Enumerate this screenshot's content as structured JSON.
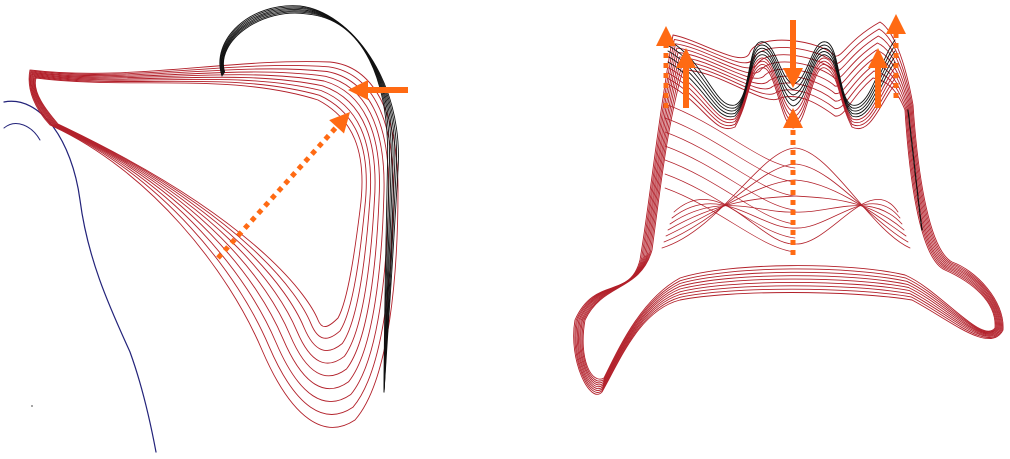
{
  "figure": {
    "background": "#ffffff",
    "colors": {
      "contour_red": "#b2202a",
      "contour_black": "#111111",
      "outline_blue": "#23237a",
      "arrow_orange": "#ff6a13"
    },
    "panels": [
      {
        "name": "left-panel",
        "contour_count": 9,
        "arrows": [
          {
            "name": "inward-solid-arrow",
            "style": "solid",
            "direction": "left"
          },
          {
            "name": "diagonal-dotted-arrow",
            "style": "dotted",
            "direction": "up-right"
          }
        ]
      },
      {
        "name": "right-panel",
        "contour_count": 9,
        "arrows": [
          {
            "name": "left-outer-dotted-arrow",
            "style": "dotted",
            "direction": "up"
          },
          {
            "name": "left-inner-solid-arrow",
            "style": "solid",
            "direction": "up"
          },
          {
            "name": "center-solid-arrow",
            "style": "solid",
            "direction": "down"
          },
          {
            "name": "center-dotted-arrow",
            "style": "dotted",
            "direction": "up"
          },
          {
            "name": "right-inner-solid-arrow",
            "style": "solid",
            "direction": "up"
          },
          {
            "name": "right-outer-dotted-arrow",
            "style": "dotted",
            "direction": "up"
          }
        ]
      }
    ]
  }
}
